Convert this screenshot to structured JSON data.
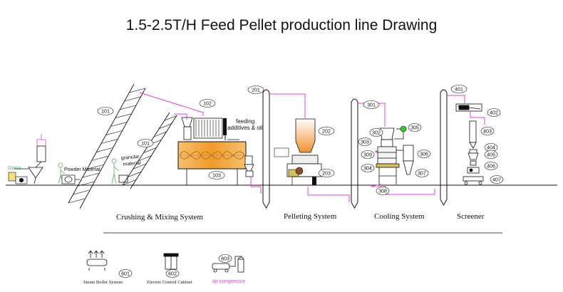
{
  "title": "1.5-2.5T/H Feed Pellet production line Drawing",
  "sections": {
    "crushing": "Crushing & Mixing System",
    "pelleting": "Pelleting System",
    "cooling": "Cooling System",
    "screener": "Screener"
  },
  "materials": {
    "grass": "Grass",
    "powder": "Powder Material",
    "granular": "granular material",
    "feeding": "feeding additives & oil"
  },
  "tags": {
    "t101a": "101",
    "t101b": "101",
    "t102": "102",
    "t103": "103",
    "t201": "201",
    "t202": "202",
    "t203": "203",
    "t301": "301",
    "t302": "302",
    "t303": "303",
    "t304": "304",
    "t305": "305",
    "t306": "306",
    "t307": "307",
    "t308": "308",
    "t309": "309",
    "t401": "401",
    "t402": "402",
    "t403": "403",
    "t404": "404",
    "t405": "405",
    "t406": "406",
    "t407": "407",
    "t601": "601",
    "t602": "602",
    "t603": "603"
  },
  "legend": {
    "steam": "Steam Boiler System",
    "cabinet": "Electric Control Cabinet",
    "air": "air compressor"
  },
  "colors": {
    "pipe": "#e040e0",
    "line": "#111111",
    "mixer": "#f0a030",
    "motor": "#d4c060",
    "grass": "#22c060",
    "green_part": "#33cc33"
  }
}
